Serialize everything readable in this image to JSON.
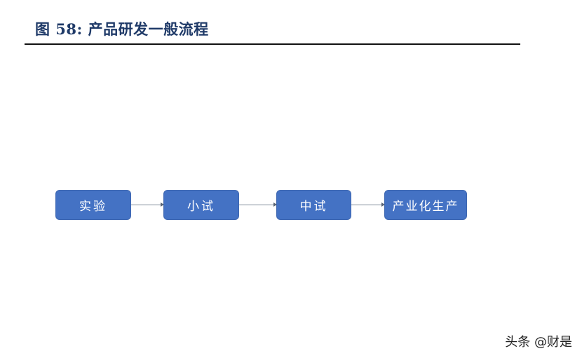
{
  "figure": {
    "title": "图 58: 产品研发一般流程"
  },
  "flow": {
    "steps": [
      {
        "label": "实验"
      },
      {
        "label": "小试"
      },
      {
        "label": "中试"
      },
      {
        "label": "产业化生产"
      }
    ],
    "box_color": "#4472c4",
    "arrow_color": "#7f8a99"
  },
  "watermark": "头条 @财是"
}
